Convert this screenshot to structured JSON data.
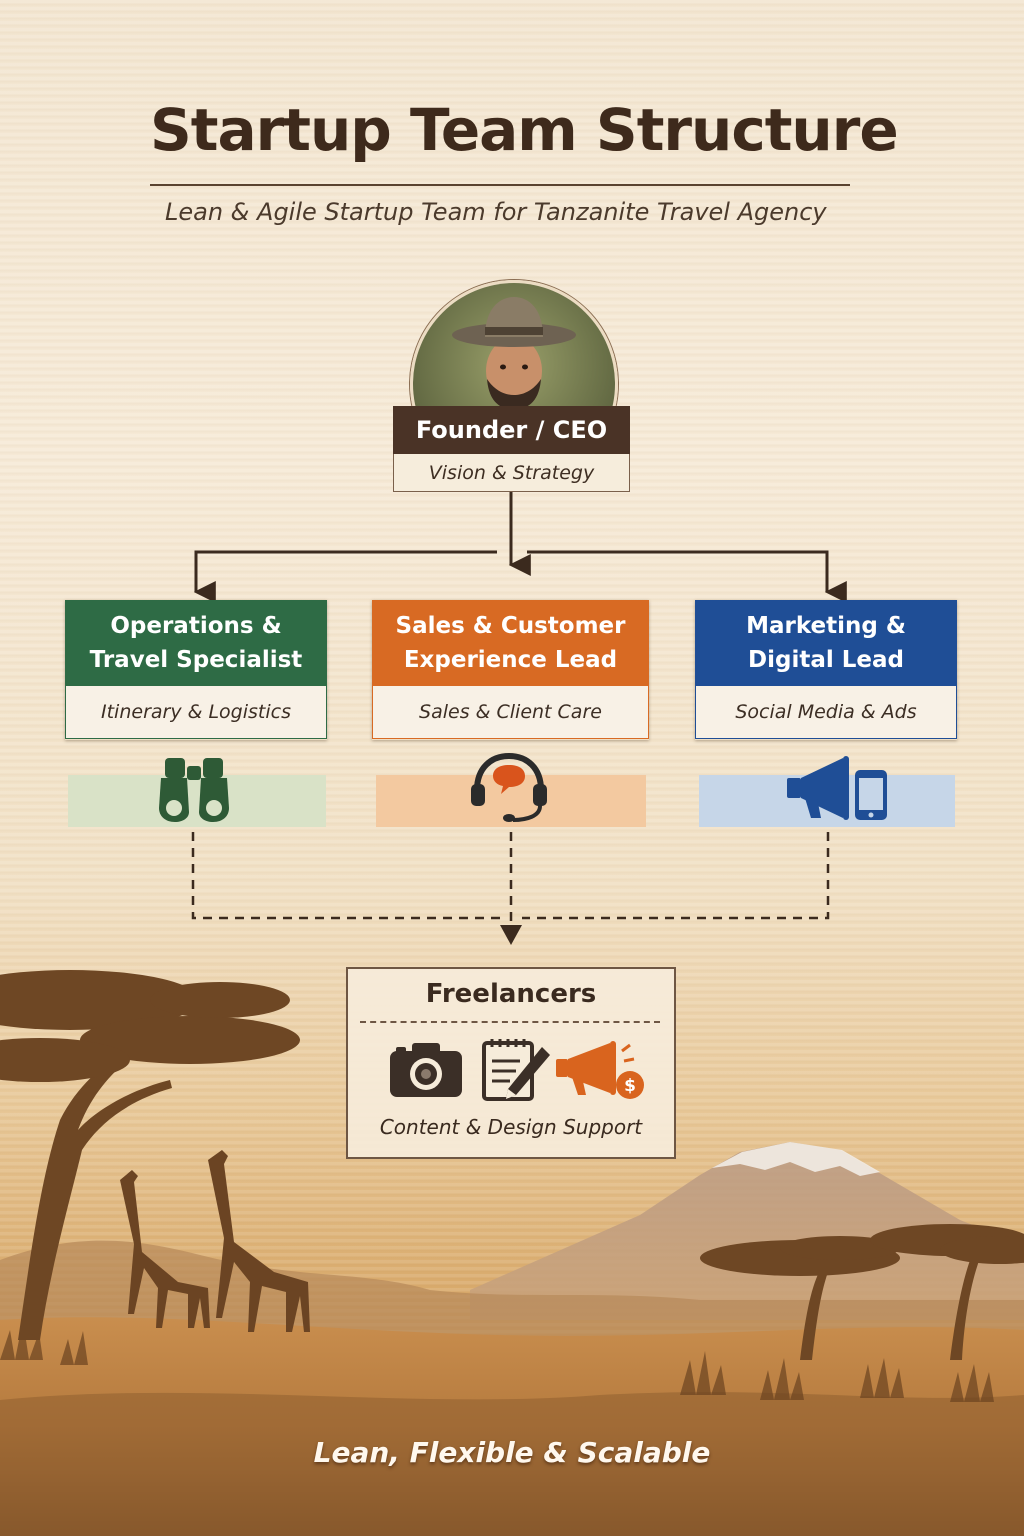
{
  "header": {
    "title": "Startup Team Structure",
    "subtitle": "Lean & Agile Startup Team for Tanzanite Travel Agency"
  },
  "founder": {
    "title": "Founder / CEO",
    "subtitle": "Vision & Strategy"
  },
  "roles": [
    {
      "title_line1": "Operations &",
      "title_line2": "Travel Specialist",
      "subtitle": "Itinerary & Logistics",
      "icon": "binoculars-icon",
      "color": "#2e6b45",
      "band_color": "#d9e2c7"
    },
    {
      "title_line1": "Sales & Customer",
      "title_line2": "Experience Lead",
      "subtitle": "Sales & Client Care",
      "icon": "headset-chat-icon",
      "color": "#d86a23",
      "band_color": "#f3c9a0"
    },
    {
      "title_line1": "Marketing &",
      "title_line2": "Digital Lead",
      "subtitle": "Social Media & Ads",
      "icon": "megaphone-phone-icon",
      "color": "#1f4e96",
      "band_color": "#c6d6e8"
    }
  ],
  "freelancers": {
    "title": "Freelancers",
    "subtitle": "Content & Design Support",
    "icons": [
      "camera-icon",
      "notepad-pen-icon",
      "megaphone-dollar-icon"
    ]
  },
  "footer": {
    "tagline": "Lean, Flexible & Scalable"
  }
}
